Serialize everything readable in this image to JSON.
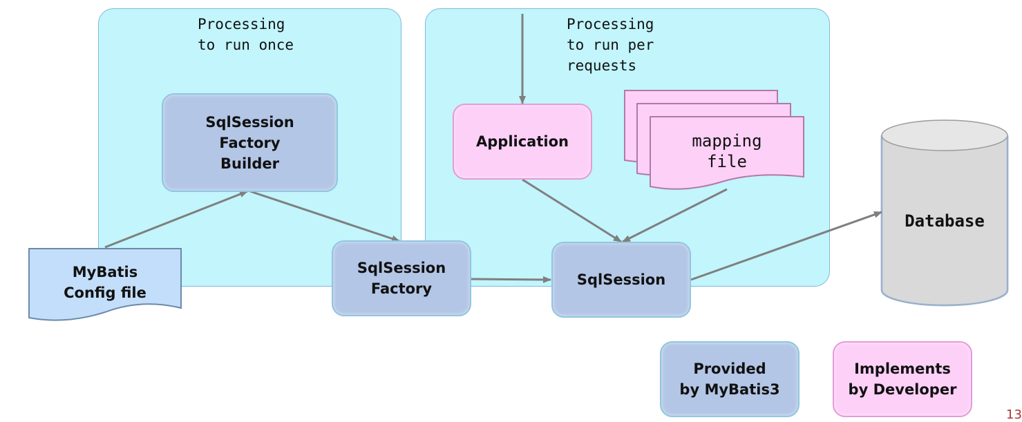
{
  "regions": {
    "once": {
      "label": "Processing\nto run once"
    },
    "per_request": {
      "label": "Processing\nto run per\nrequests"
    }
  },
  "nodes": {
    "config_file": "MyBatis\nConfig file",
    "factory_builder": "SqlSession\nFactory\nBuilder",
    "factory": "SqlSession\nFactory",
    "application": "Application",
    "mapping_file": "mapping\nfile",
    "session": "SqlSession",
    "database": "Database"
  },
  "legend": {
    "provided": "Provided\nby MyBatis3",
    "implements": "Implements\nby Developer"
  },
  "colors": {
    "region_fill": "#c2f5fc",
    "provided_fill": "#b3c6e6",
    "developer_fill": "#fdd0f8",
    "config_fill": "#c3defa",
    "database_fill": "#d9d9d9",
    "arrow": "#7f7f7f"
  },
  "page_number": "13"
}
